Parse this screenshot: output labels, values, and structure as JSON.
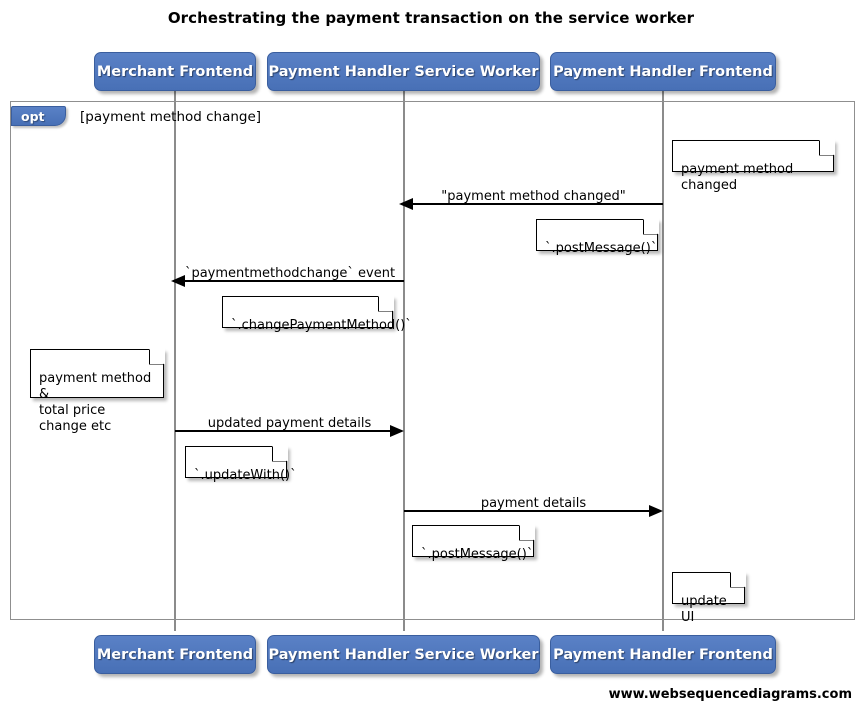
{
  "title": "Orchestrating the payment transaction on the service worker",
  "footer": "www.websequencediagrams.com",
  "colors": {
    "participant_fill": "#4f78c0",
    "participant_border": "#3a5e9e",
    "participant_text": "#ffffff",
    "frame_border": "#8f8f8f",
    "lifeline": "#8b8b8b",
    "arrow": "#000000",
    "note_fill": "#ffffff",
    "note_border": "#000000",
    "background": "#ffffff"
  },
  "participants": [
    {
      "id": "merchant-frontend",
      "label": "Merchant Frontend"
    },
    {
      "id": "payment-handler-service-worker",
      "label": "Payment Handler Service Worker"
    },
    {
      "id": "payment-handler-frontend",
      "label": "Payment Handler Frontend"
    }
  ],
  "fragment": {
    "type": "opt",
    "keyword": "opt",
    "guard": "[payment method change]"
  },
  "messages": [
    {
      "id": "msg-payment-method-changed",
      "label": "\"payment method changed\"",
      "from": "payment-handler-frontend",
      "to": "payment-handler-service-worker",
      "direction": "left"
    },
    {
      "id": "msg-paymentmethodchange-event",
      "label": "`paymentmethodchange` event",
      "from": "payment-handler-service-worker",
      "to": "merchant-frontend",
      "direction": "left"
    },
    {
      "id": "msg-updated-payment-details",
      "label": "updated payment details",
      "from": "merchant-frontend",
      "to": "payment-handler-service-worker",
      "direction": "right"
    },
    {
      "id": "msg-payment-details",
      "label": "payment details",
      "from": "payment-handler-service-worker",
      "to": "payment-handler-frontend",
      "direction": "right"
    }
  ],
  "notes": [
    {
      "id": "note-payment-method-changed",
      "text": "payment method changed",
      "over": "payment-handler-frontend"
    },
    {
      "id": "note-post-message-1",
      "text": "`.postMessage()`",
      "over": "payment-handler-frontend"
    },
    {
      "id": "note-change-payment-method",
      "text": "`.changePaymentMethod()`",
      "over": "payment-handler-service-worker"
    },
    {
      "id": "note-price-change",
      "text": "payment method &\ntotal price change etc",
      "over": "merchant-frontend"
    },
    {
      "id": "note-update-with",
      "text": "`.updateWith()`",
      "over": "merchant-frontend"
    },
    {
      "id": "note-post-message-2",
      "text": "`.postMessage()`",
      "over": "payment-handler-service-worker"
    },
    {
      "id": "note-update-ui",
      "text": "update UI",
      "over": "payment-handler-frontend"
    }
  ]
}
